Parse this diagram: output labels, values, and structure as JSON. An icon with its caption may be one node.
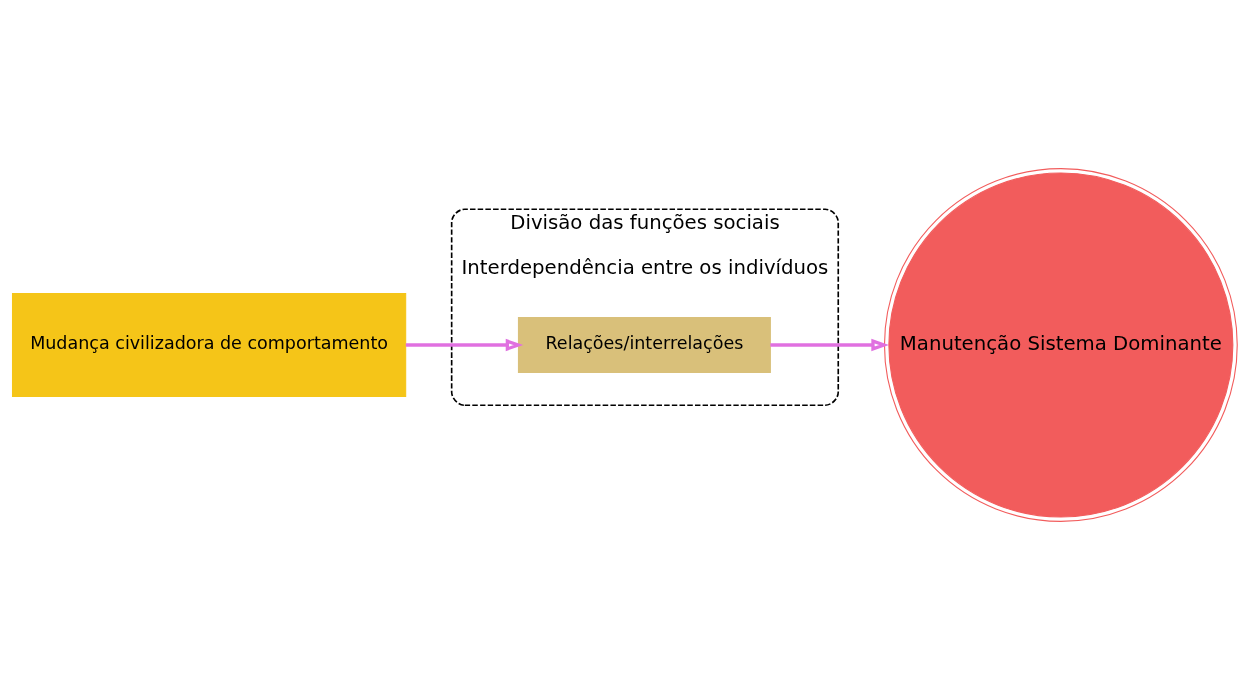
{
  "diagram": {
    "nodes": [
      {
        "text": [
          "Mudança civilizadora de comportamento"
        ]
      },
      {
        "text": [
          "Divisão das funções sociais",
          "Interdependência entre os indivíduos"
        ]
      },
      {
        "text": [
          "Relações/interrelações"
        ],
        "in": 1
      },
      {
        "text": [
          "Manutenção Sistema Dominante"
        ]
      }
    ],
    "edges": [
      {
        "from": 0,
        "to": 2,
        "arrow": "to"
      },
      {
        "from": 2,
        "to": 3,
        "arrow": "to"
      }
    ]
  }
}
